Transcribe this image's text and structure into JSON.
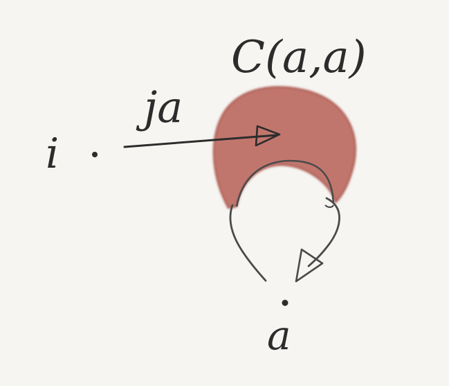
{
  "labels": {
    "object_i": "i",
    "arrow_label": "ja",
    "object_c": "C(a,a)",
    "object_a": "a"
  },
  "colors": {
    "ink": "#2c2c2c",
    "blob_fill": "#b9655b",
    "blob_edge": "#a3473e",
    "paper": "#f6f5f2"
  }
}
